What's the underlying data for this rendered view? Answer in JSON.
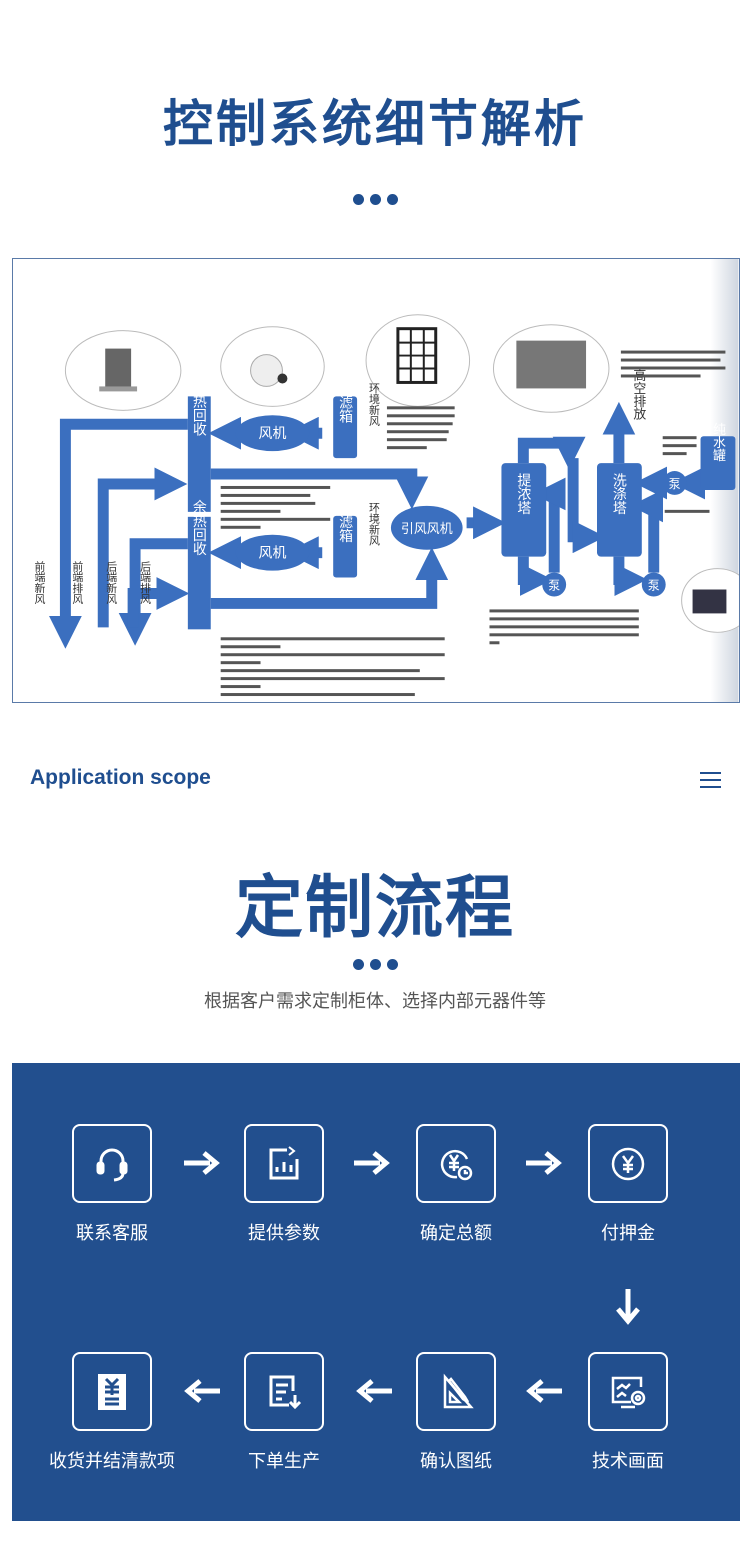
{
  "header": {
    "title": "控制系统细节解析"
  },
  "diagram": {
    "heat_recovery": "余热回收",
    "fan": "风机",
    "filter_box": "过滤箱",
    "ambient_air": "环境新风",
    "induced_fan": "引风风机",
    "concentration_tower": "提浓塔",
    "washing_tower": "洗涤塔",
    "pump": "泵",
    "pure_water_tank": "纯水罐",
    "high_exhaust": "高空排放",
    "front_fresh_air": "前端新风",
    "front_exhaust": "前端排风",
    "rear_fresh_air": "后端新风",
    "rear_exhaust": "后端排风"
  },
  "section": {
    "label": "Application scope"
  },
  "process": {
    "title": "定制流程",
    "subtitle": "根据客户需求定制柜体、选择内部元器件等",
    "steps": [
      {
        "label": "联系客服",
        "icon": "headset-icon"
      },
      {
        "label": "提供参数",
        "icon": "chart-icon"
      },
      {
        "label": "确定总额",
        "icon": "yen-clock-icon"
      },
      {
        "label": "付押金",
        "icon": "yen-circle-icon"
      },
      {
        "label": "技术画面",
        "icon": "monitor-gear-icon"
      },
      {
        "label": "确认图纸",
        "icon": "ruler-pencil-icon"
      },
      {
        "label": "下单生产",
        "icon": "document-download-icon"
      },
      {
        "label": "收货并结清款项",
        "icon": "invoice-icon"
      }
    ]
  },
  "colors": {
    "brand": "#1f4e8f",
    "panel": "#224f8e",
    "diagram_blue": "#3b6fbf"
  }
}
